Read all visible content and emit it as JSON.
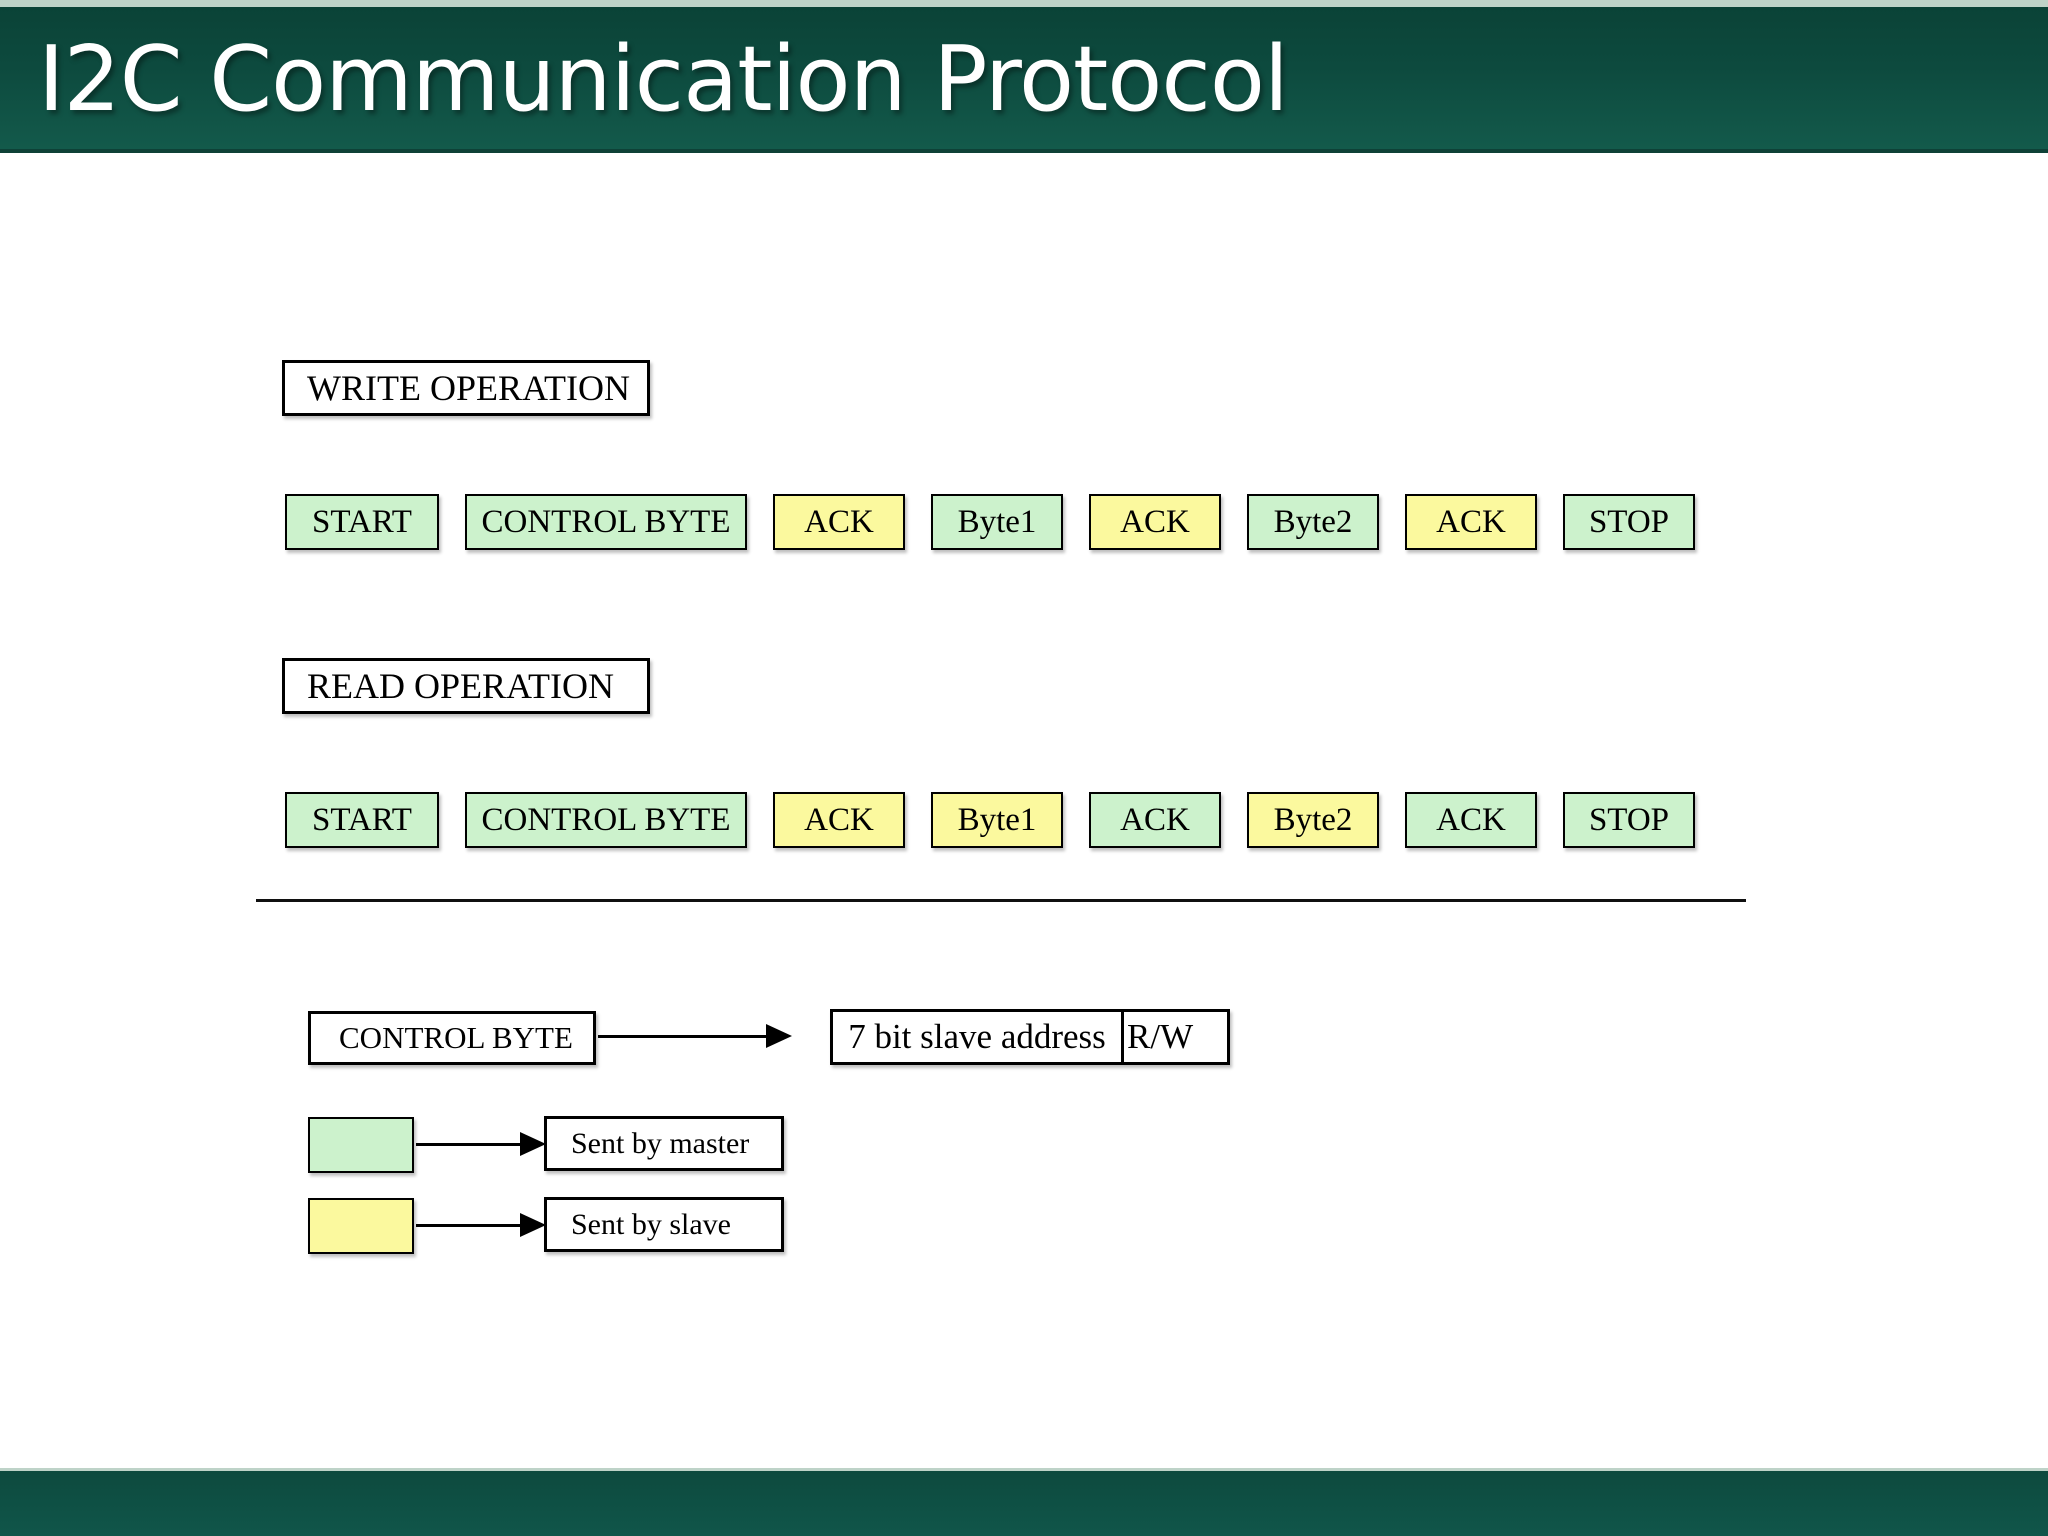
{
  "slide": {
    "title": "I2C Communication Protocol"
  },
  "colors": {
    "header_green_top": "#0a4236",
    "header_green_mid": "#0d4a3e",
    "header_green_bottom": "#135a4b",
    "accent_strip": "#bed3c8",
    "master_green": "#ccf2cc",
    "slave_yellow": "#fbf99e"
  },
  "write_section": {
    "label": "WRITE OPERATION",
    "sequence": [
      {
        "label": "START",
        "sender": "master"
      },
      {
        "label": "CONTROL BYTE",
        "sender": "master"
      },
      {
        "label": "ACK",
        "sender": "slave"
      },
      {
        "label": "Byte1",
        "sender": "master"
      },
      {
        "label": "ACK",
        "sender": "slave"
      },
      {
        "label": "Byte2",
        "sender": "master"
      },
      {
        "label": "ACK",
        "sender": "slave"
      },
      {
        "label": "STOP",
        "sender": "master"
      }
    ]
  },
  "read_section": {
    "label": "READ OPERATION",
    "sequence": [
      {
        "label": "START",
        "sender": "master"
      },
      {
        "label": "CONTROL BYTE",
        "sender": "master"
      },
      {
        "label": "ACK",
        "sender": "slave"
      },
      {
        "label": "Byte1",
        "sender": "slave"
      },
      {
        "label": "ACK",
        "sender": "master"
      },
      {
        "label": "Byte2",
        "sender": "slave"
      },
      {
        "label": "ACK",
        "sender": "master"
      },
      {
        "label": "STOP",
        "sender": "master"
      }
    ]
  },
  "control_byte_detail": {
    "source_label": "CONTROL BYTE",
    "address_label": "7 bit slave address",
    "rw_label": "R/W"
  },
  "legend": [
    {
      "sender": "master",
      "label": "Sent by master"
    },
    {
      "sender": "slave",
      "label": "Sent by slave"
    }
  ]
}
